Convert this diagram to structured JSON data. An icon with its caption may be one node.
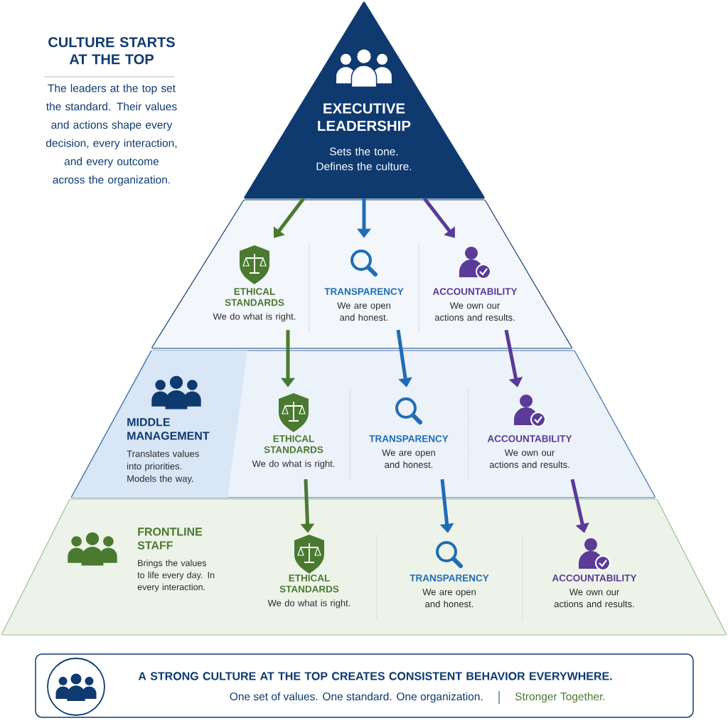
{
  "diagram": {
    "title": "CULTURE STARTS AT THE TOP",
    "nodes": [
      {
        "text": [
          "EXECUTIVE LEADERSHIP",
          "Sets the tone. Defines the culture."
        ]
      },
      {
        "text": [],
        "shape": "band"
      },
      {
        "text": [
          "ETHICAL STANDARDS",
          "We do what is right."
        ],
        "in": 1
      },
      {
        "text": [
          "TRANSPARENCY",
          "We are open and honest."
        ],
        "in": 1
      },
      {
        "text": [
          "ACCOUNTABILITY",
          "We own our actions and results."
        ],
        "in": 1
      },
      {
        "text": [
          "MIDDLE MANAGEMENT",
          "Translates values into priorities. Models the way."
        ]
      },
      {
        "text": [
          "ETHICAL STANDARDS",
          "We do what is right."
        ],
        "in": 5
      },
      {
        "text": [
          "TRANSPARENCY",
          "We are open and honest."
        ],
        "in": 5
      },
      {
        "text": [
          "ACCOUNTABILITY",
          "We own our actions and results."
        ],
        "in": 5
      },
      {
        "text": [
          "FRONTLINE STAFF",
          "Brings the values to life every day. In every interaction."
        ]
      },
      {
        "text": [
          "ETHICAL STANDARDS",
          "We do what is right."
        ],
        "in": 9
      },
      {
        "text": [
          "TRANSPARENCY",
          "We are open and honest."
        ],
        "in": 9
      },
      {
        "text": [
          "ACCOUNTABILITY",
          "We own our actions and results."
        ],
        "in": 9
      },
      {
        "text": [
          "A STRONG CULTURE AT THE TOP CREATES CONSISTENT BEHAVIOR EVERYWHERE.",
          "One set of values. One standard. One organization.",
          "Stronger Together."
        ]
      }
    ],
    "edges": [
      {
        "from": 0,
        "to": 2,
        "arrow": "to",
        "color": "#4a7a30"
      },
      {
        "from": 0,
        "to": 3,
        "arrow": "to",
        "color": "#1f6db5"
      },
      {
        "from": 0,
        "to": 4,
        "arrow": "to",
        "color": "#5a3b98"
      },
      {
        "from": 2,
        "to": 6,
        "arrow": "to",
        "color": "#4a7a30"
      },
      {
        "from": 3,
        "to": 7,
        "arrow": "to",
        "color": "#1f6db5"
      },
      {
        "from": 4,
        "to": 8,
        "arrow": "to",
        "color": "#5a3b98"
      },
      {
        "from": 6,
        "to": 10,
        "arrow": "to",
        "color": "#4a7a30"
      },
      {
        "from": 7,
        "to": 11,
        "arrow": "to",
        "color": "#1f6db5"
      },
      {
        "from": 8,
        "to": 12,
        "arrow": "to",
        "color": "#5a3b98"
      }
    ],
    "labels": [
      "The leaders at the top set the standard. Their values and actions shape every decision, every interaction, and every outcome across the organization."
    ]
  }
}
